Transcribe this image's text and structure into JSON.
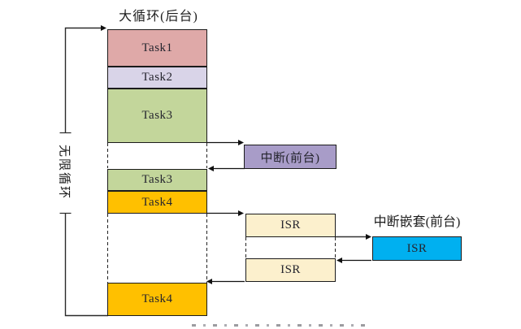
{
  "diagram": {
    "title": "大循环(后台)",
    "infinite_loop_label": "无限循环",
    "nested_interrupt_label": "中断嵌套(前台)",
    "blocks": {
      "task1": "Task1",
      "task2": "Task2",
      "task3": "Task3",
      "task3_resume": "Task3",
      "task4": "Task4",
      "task4_resume": "Task4",
      "interrupt_foreground": "中断(前台)",
      "isr_first": "ISR",
      "isr_nested": "ISR",
      "isr_second": "ISR"
    },
    "colors": {
      "task1_fill": "#dfa9a8",
      "task2_fill": "#d9d4e8",
      "task3_fill": "#c3d69b",
      "task4_fill": "#ffc000",
      "interrupt_fill": "#a89cc8",
      "isr_fill": "#fcf0cd",
      "isr_nested_fill": "#00b0f0",
      "line_color": "#1b1b1b"
    }
  }
}
